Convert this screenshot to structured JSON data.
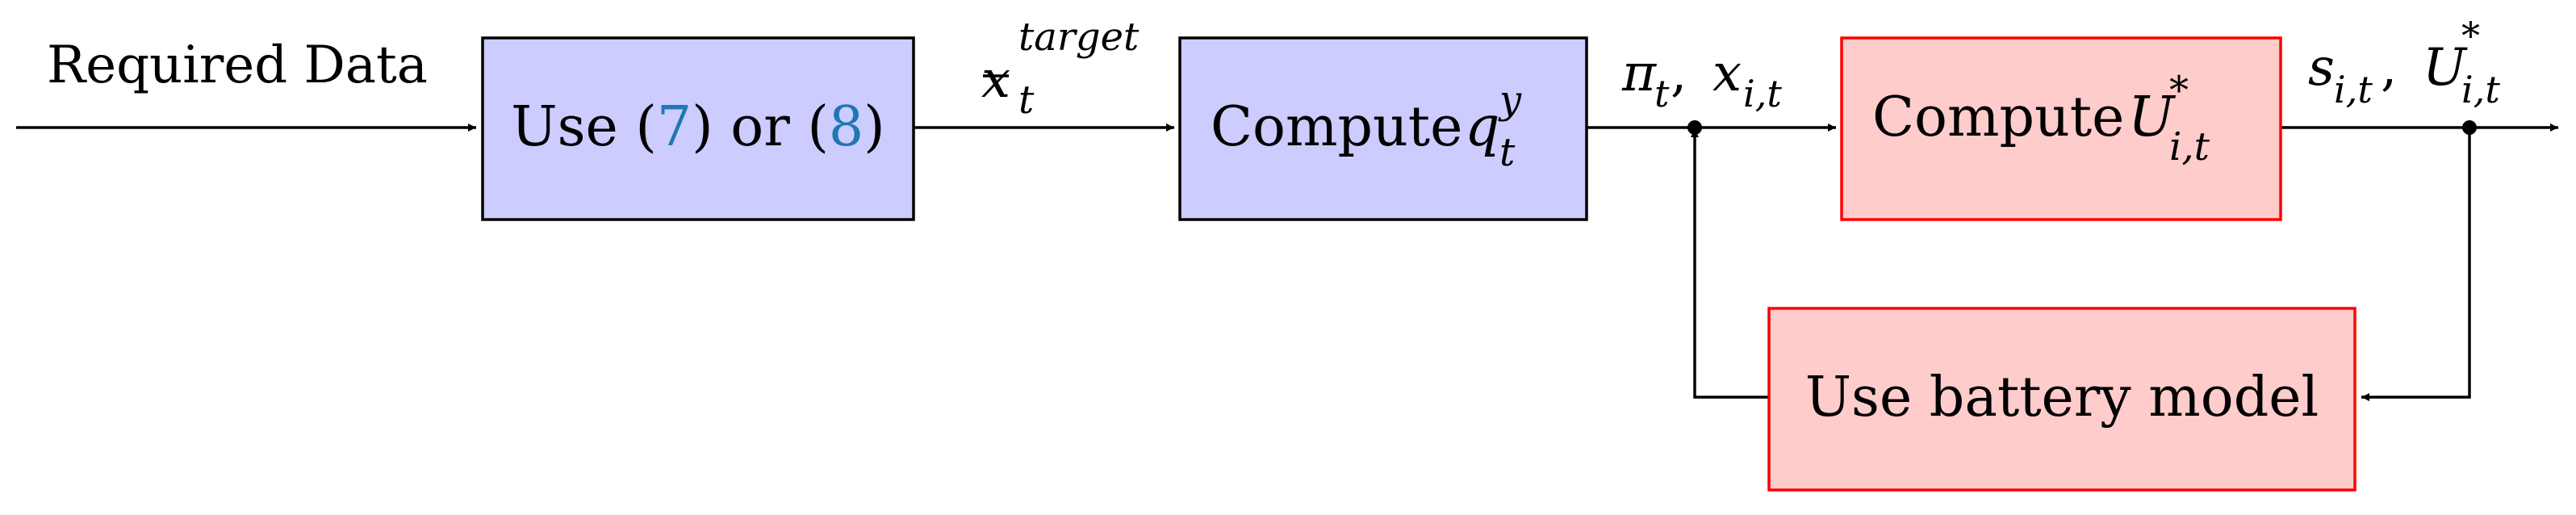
{
  "input_label": "Required Data",
  "block_use": {
    "prefix": "Use (",
    "ref_a": "7",
    "middle": ") or (",
    "ref_b": "8",
    "suffix": ")"
  },
  "signal_xbar": {
    "base": "x",
    "sub": "t",
    "sup": "target"
  },
  "block_compute_q": {
    "text": "Compute ",
    "var": "q",
    "sub": "t",
    "sup": "y"
  },
  "signal_pi_x": {
    "pi": "π",
    "pi_sub": "t",
    "sep": ", ",
    "x": "x",
    "x_sub": "i,t"
  },
  "block_compute_u": {
    "text": "Compute ",
    "var": "U",
    "sub": "i,t",
    "sup": "*"
  },
  "signal_out": {
    "s": "s",
    "s_sub": "i,t",
    "sep": ", ",
    "u": "U",
    "u_sub": "i,t",
    "u_sup": "*"
  },
  "block_battery": {
    "label": "Use battery model"
  },
  "colors": {
    "blue_fill": "#ccccff",
    "blue_stroke": "#000000",
    "red_fill": "#ffcccc",
    "red_stroke": "#ff0000",
    "ref": "#1f77b4",
    "line": "#000000"
  }
}
